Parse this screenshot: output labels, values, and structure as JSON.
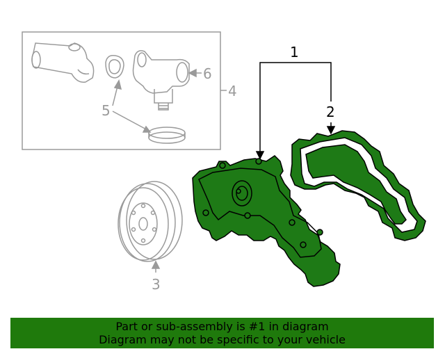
{
  "callouts": {
    "c1": "1",
    "c2": "2",
    "c3": "3",
    "c4": "4",
    "c5": "5",
    "c6": "6"
  },
  "banner": {
    "line1": "Part or sub-assembly is #1 in diagram",
    "line2": "Diagram may not be specific to your vehicle"
  },
  "colors": {
    "highlight_fill": "#1e7a16",
    "banner_bg": "#1f7a0c",
    "line_gray": "#9a9a9a",
    "ink": "#000000"
  }
}
